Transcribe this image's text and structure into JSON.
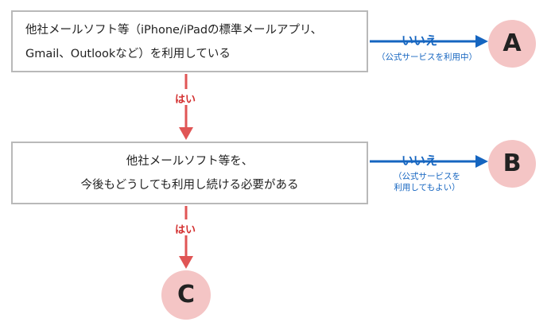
{
  "question1": {
    "line1": "他社メールソフト等（iPhone/iPadの標準メールアプリ、",
    "line2": "Gmail、Outlookなど）を利用している"
  },
  "question2": {
    "line1": "他社メールソフト等を、",
    "line2": "今後もどうしても利用し続ける必要がある"
  },
  "branch_no_1": {
    "label": "いいえ",
    "note": "（公式サービスを利用中）"
  },
  "branch_no_2": {
    "label": "いいえ",
    "note_line1": "（公式サービスを",
    "note_line2": "利用してもよい）"
  },
  "branch_yes_1": {
    "label": "はい"
  },
  "branch_yes_2": {
    "label": "はい"
  },
  "outcomes": {
    "a": "A",
    "b": "B",
    "c": "C"
  },
  "colors": {
    "no_arrow": "#1565c0",
    "yes_arrow": "#e05555",
    "circle_fill": "#f4c5c5",
    "box_border": "#b9b9b9"
  }
}
